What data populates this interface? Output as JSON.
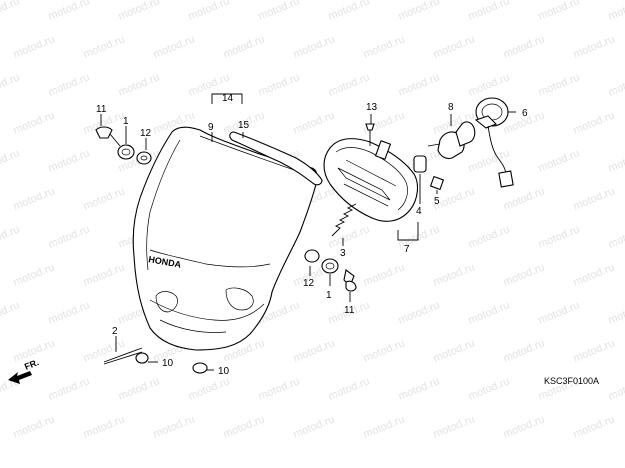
{
  "watermark": "motod.ru",
  "diagram_code": "KSC3F0100A",
  "direction_label": "FR.",
  "brand_logo": "HONDA",
  "callouts": {
    "c1a": "1",
    "c1b": "1",
    "c2": "2",
    "c3": "3",
    "c4": "4",
    "c5": "5",
    "c6": "6",
    "c7": "7",
    "c8": "8",
    "c9": "9",
    "c10a": "10",
    "c10b": "10",
    "c11a": "11",
    "c11b": "11",
    "c12a": "12",
    "c12b": "12",
    "c13": "13",
    "c14": "14",
    "c15": "15"
  }
}
